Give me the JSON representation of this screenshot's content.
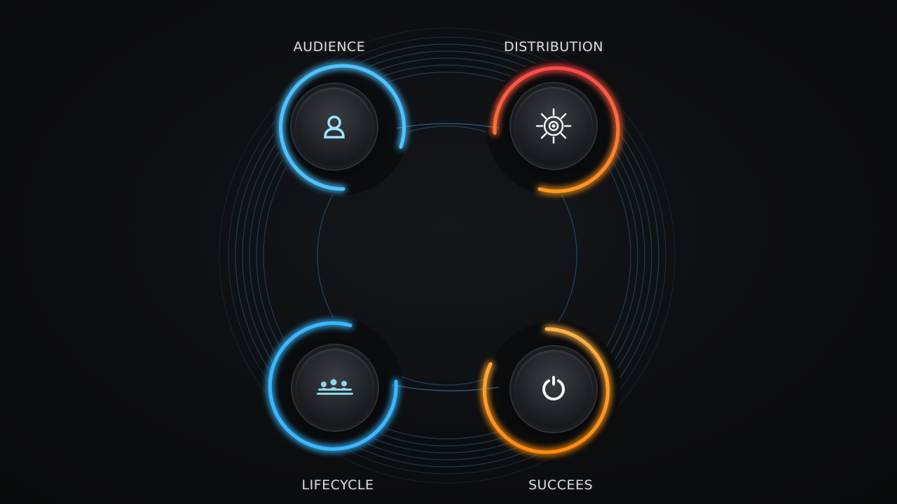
{
  "nodes": [
    {
      "id": "audience",
      "label": "AUDIENCE",
      "icon": "person-icon",
      "accent": "#4fc3ff"
    },
    {
      "id": "distribution",
      "label": "DISTRIBUTION",
      "icon": "gear-icon",
      "accent": "#ff5a4a"
    },
    {
      "id": "lifecycle",
      "label": "LIFECYCLE",
      "icon": "group-icon",
      "accent": "#3ab8ff"
    },
    {
      "id": "success",
      "label": "SUCCEES",
      "icon": "power-icon",
      "accent": "#ff9a1f"
    }
  ],
  "colors": {
    "background": "#0b0c0e",
    "ring": "#2d6e9e",
    "blue_glow": "#4fc3ff",
    "red_glow": "#ff4a3d",
    "orange_glow": "#ff9a1f"
  }
}
